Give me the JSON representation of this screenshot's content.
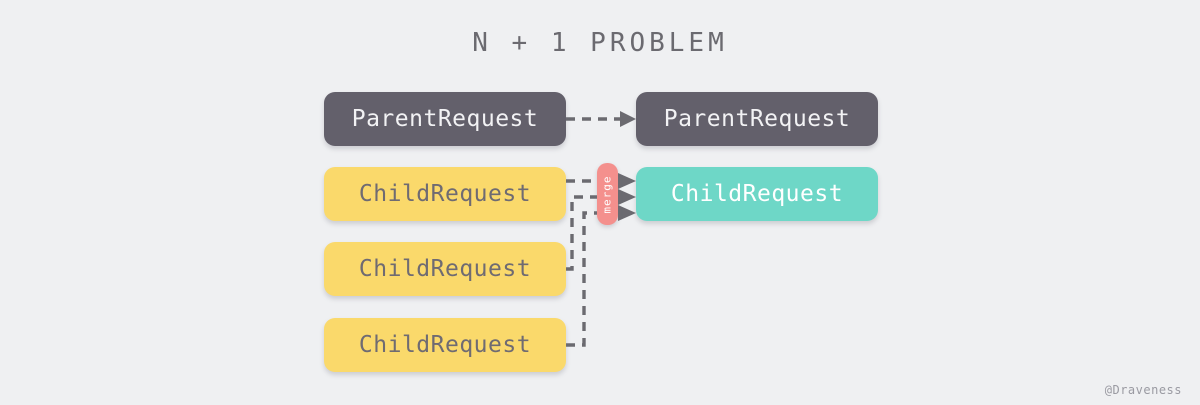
{
  "page": {
    "title": "N + 1 PROBLEM",
    "background_color": "#eff0f2",
    "watermark": "@Draveness"
  },
  "palette": {
    "dark": "#63606b",
    "yellow": "#fad96b",
    "teal": "#6ed7c7",
    "merge": "#f4908d",
    "edge": "#6b6a70",
    "title_text": "#6b6a70",
    "yellow_text": "#6f6b72",
    "dark_text": "#f2f2f4",
    "teal_text": "#ffffff",
    "watermark_text": "#9a9aa2"
  },
  "nodes": {
    "left_parent": {
      "label": "ParentRequest",
      "style": "dark"
    },
    "right_parent": {
      "label": "ParentRequest",
      "style": "dark"
    },
    "left_child_1": {
      "label": "ChildRequest",
      "style": "yellow"
    },
    "left_child_2": {
      "label": "ChildRequest",
      "style": "yellow"
    },
    "left_child_3": {
      "label": "ChildRequest",
      "style": "yellow"
    },
    "right_child": {
      "label": "ChildRequest",
      "style": "teal"
    }
  },
  "merge": {
    "label": "merge"
  },
  "edges": [
    {
      "name": "parent-to-parent",
      "from": "left_parent",
      "to": "right_parent"
    },
    {
      "name": "child1-to-merge",
      "from": "left_child_1",
      "to": "merge"
    },
    {
      "name": "child2-to-merge",
      "from": "left_child_2",
      "to": "merge"
    },
    {
      "name": "child3-to-merge",
      "from": "left_child_3",
      "to": "merge"
    },
    {
      "name": "merge-to-child-a",
      "from": "merge",
      "to": "right_child"
    },
    {
      "name": "merge-to-child-b",
      "from": "merge",
      "to": "right_child"
    },
    {
      "name": "merge-to-child-c",
      "from": "merge",
      "to": "right_child"
    }
  ]
}
